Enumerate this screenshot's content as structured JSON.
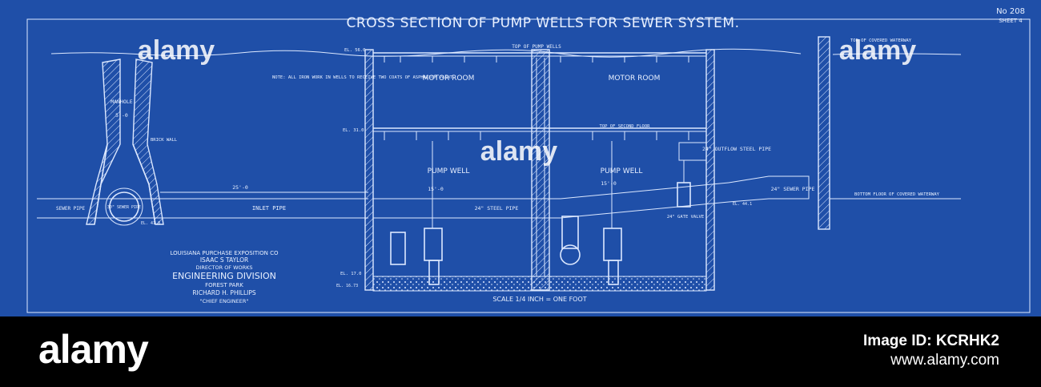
{
  "drawing": {
    "title": "CROSS SECTION OF PUMP WELLS FOR SEWER SYSTEM.",
    "sheet_no": "No 208",
    "sheet_label": "SHEET 4",
    "scale": "SCALE 1/4 INCH = ONE FOOT",
    "labels": {
      "motor_room_left": "MOTOR ROOM",
      "motor_room_right": "MOTOR ROOM",
      "pump_well_left": "PUMP WELL",
      "pump_well_right": "PUMP WELL",
      "manhole": "MANHOLE",
      "manhole_dim": "5'-0",
      "brick_wall": "BRICK WALL",
      "sewer_pipe_circle": "30\" SEWER PIPE",
      "sewer_pipe_left": "SEWER PIPE",
      "inlet_pipe": "INLET PIPE",
      "steel_pipe": "24\" STEEL PIPE",
      "outflow_pipe": "24\" OUTFLOW STEEL PIPE",
      "sewer_pipe_right": "24\" SEWER PIPE",
      "gate_valve": "24\" GATE VALVE",
      "bottom_floor": "BOTTOM FLOOR OF COVERED WATERWAY",
      "top_covered_waterway": "TOP OF COVERED WATERWAY",
      "top_pump_well": "TOP OF PUMP WELLS",
      "top_second_floor": "TOP OF SECOND FLOOR",
      "dim_25": "25'-0",
      "dim_15_left": "15'-0",
      "dim_15_right": "15'-0",
      "el_top": "EL. 56.0",
      "el_mid": "EL. 31.0",
      "el_low": "EL. 17.0",
      "el_bottom": "EL. 16.73",
      "el_sewer": "EL. 41.8",
      "el_right": "EL. 44.1",
      "note": "NOTE: ALL IRON WORK IN WELLS TO RECEIVE TWO COATS OF ASPHALTUM PAINT."
    },
    "stamp": {
      "line1": "LOUISIANA PURCHASE EXPOSITION CO",
      "line2": "ISAAC S TAYLOR",
      "line3": "DIRECTOR OF WORKS",
      "line4": "ENGINEERING DIVISION",
      "line5": "FOREST PARK",
      "line6": "RICHARD H. PHILLIPS",
      "line7": "\"CHIEF ENGINEER\""
    }
  },
  "watermark": "alamy",
  "footer": {
    "logo": "alamy",
    "image_id": "Image ID: KCRHK2",
    "url": "www.alamy.com"
  },
  "colors": {
    "blueprint": "#1f4fa8",
    "line": "#dce8ff",
    "footer_bg": "#000000"
  }
}
